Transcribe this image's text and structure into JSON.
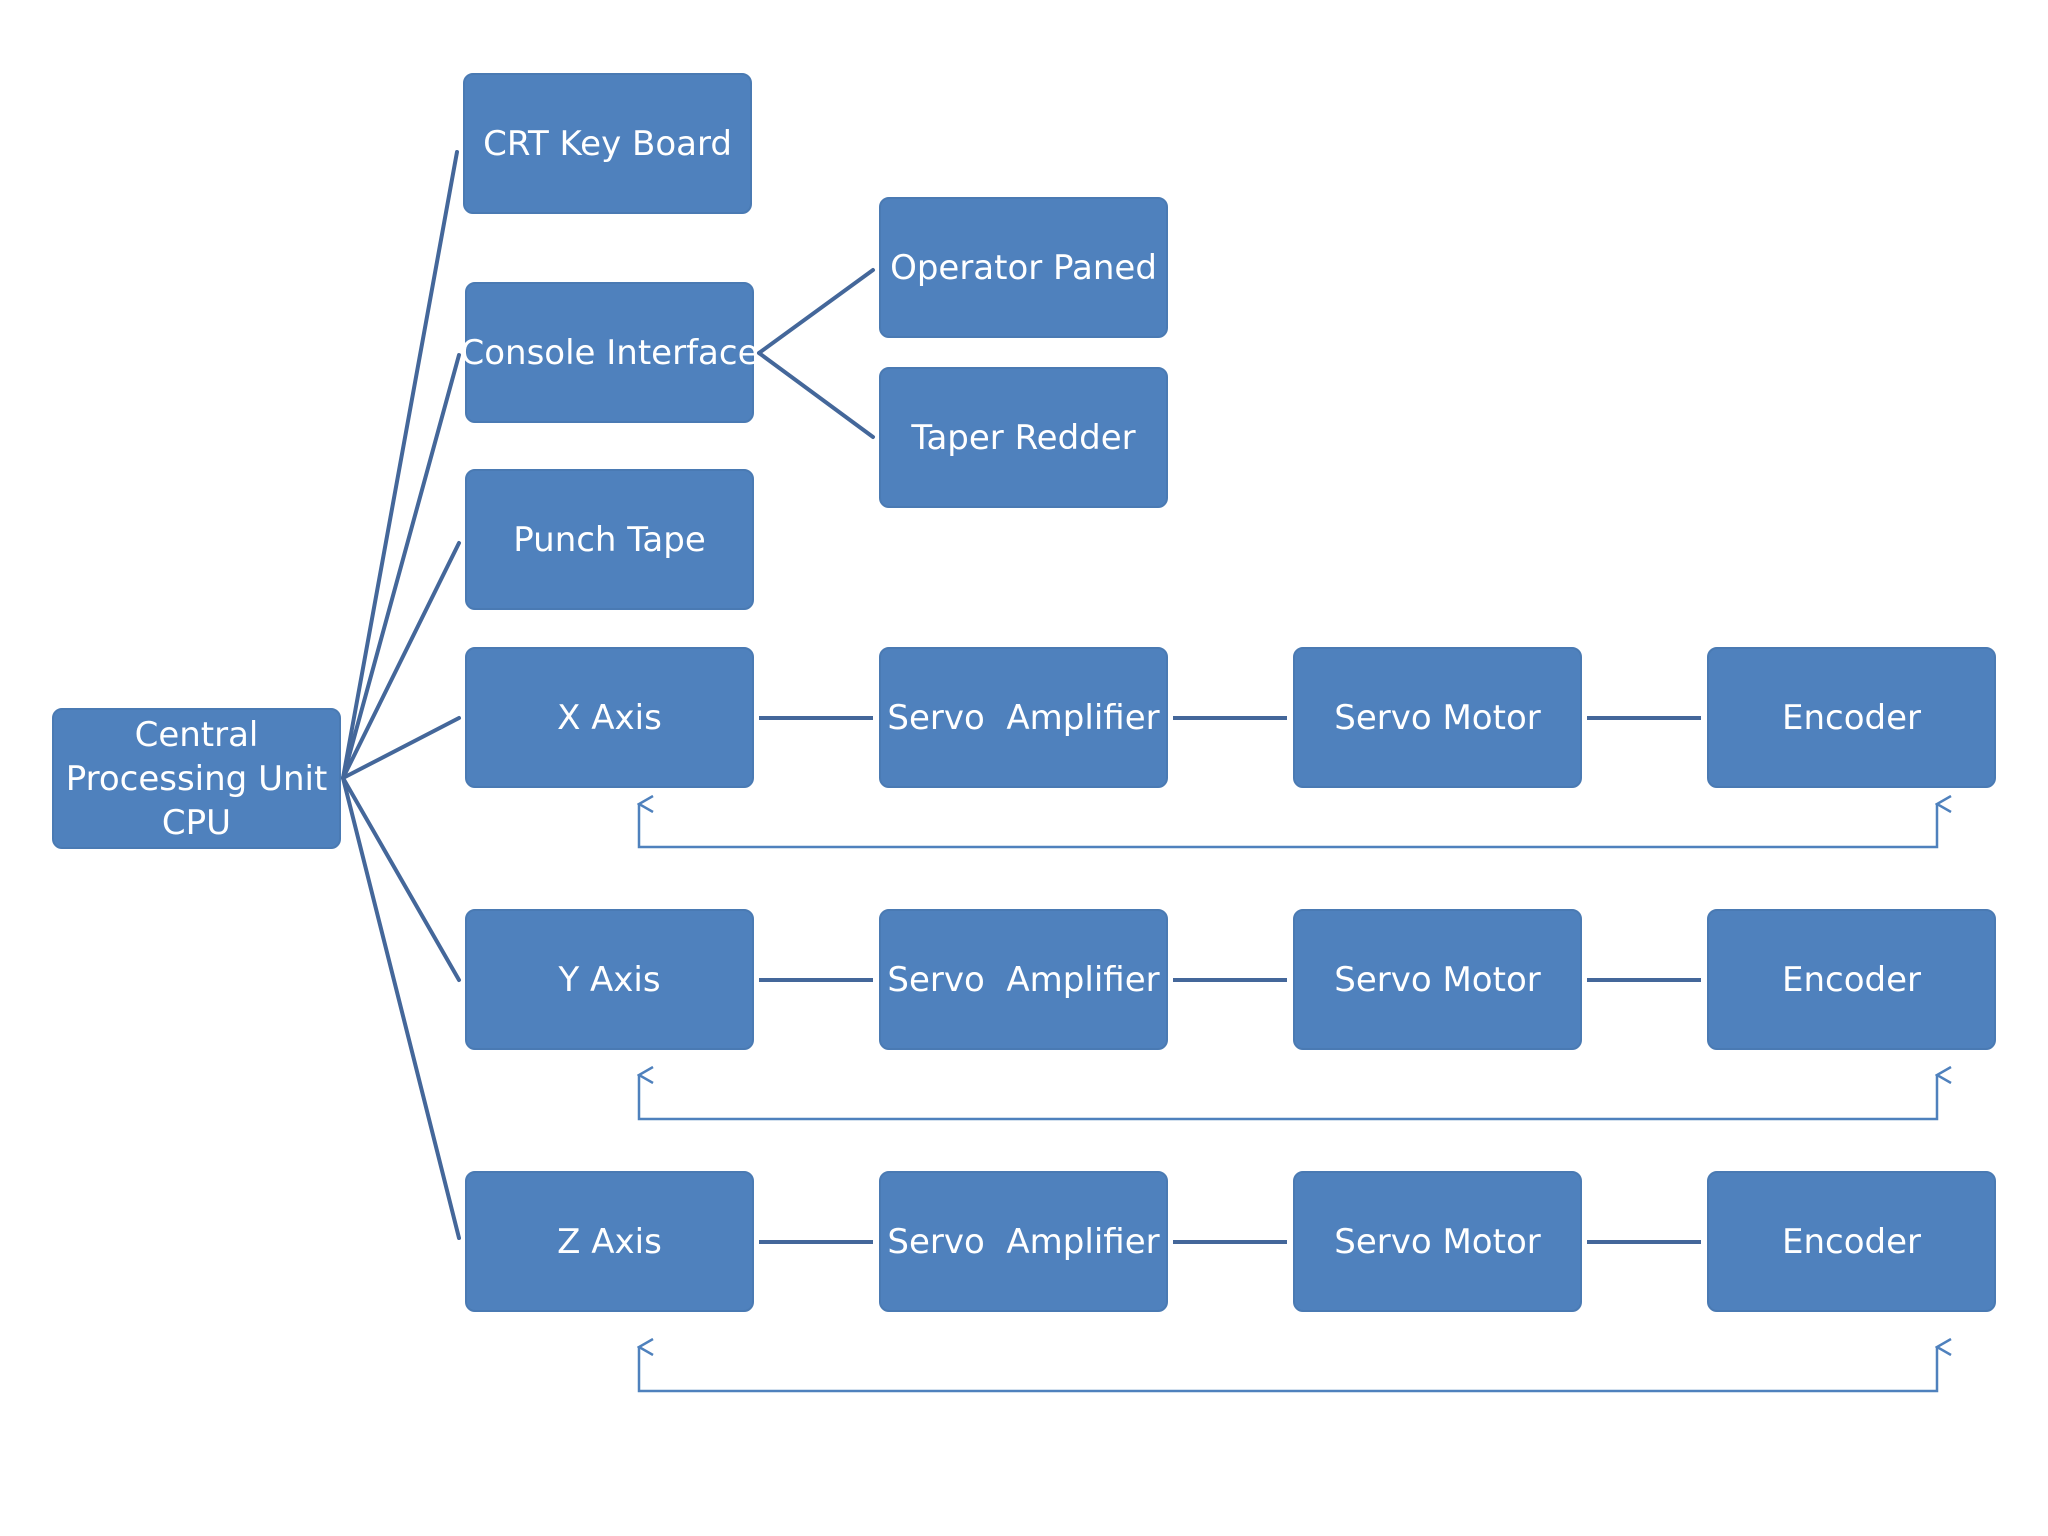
{
  "colors": {
    "node_fill": "#4f81bd",
    "node_border": "#4a7ab3",
    "node_text": "#ffffff",
    "connector": "#44679a",
    "feedback_connector": "#4f81bd"
  },
  "nodes": {
    "cpu": {
      "line1": "Central",
      "line2": "Processing Unit",
      "line3": "CPU"
    },
    "crt_keyboard": "CRT Key Board",
    "console_interface": "Console Interface",
    "punch_tape": "Punch Tape",
    "operator_panel": "Operator Paned",
    "tape_reader": "Taper Redder",
    "axes": [
      {
        "axis": "X Axis",
        "amplifier": "Servo  Amplifier",
        "motor": "Servo Motor",
        "encoder": "Encoder"
      },
      {
        "axis": "Y Axis",
        "amplifier": "Servo  Amplifier",
        "motor": "Servo Motor",
        "encoder": "Encoder"
      },
      {
        "axis": "Z Axis",
        "amplifier": "Servo  Amplifier",
        "motor": "Servo Motor",
        "encoder": "Encoder"
      }
    ]
  },
  "edges": [
    {
      "from": "cpu",
      "to": "crt_keyboard"
    },
    {
      "from": "cpu",
      "to": "console_interface"
    },
    {
      "from": "cpu",
      "to": "punch_tape"
    },
    {
      "from": "cpu",
      "to": "x_axis"
    },
    {
      "from": "cpu",
      "to": "y_axis"
    },
    {
      "from": "cpu",
      "to": "z_axis"
    },
    {
      "from": "console_interface",
      "to": "operator_panel"
    },
    {
      "from": "console_interface",
      "to": "tape_reader"
    },
    {
      "from": "x_axis",
      "to": "x_amplifier"
    },
    {
      "from": "x_amplifier",
      "to": "x_motor"
    },
    {
      "from": "x_motor",
      "to": "x_encoder"
    },
    {
      "from": "y_axis",
      "to": "y_amplifier"
    },
    {
      "from": "y_amplifier",
      "to": "y_motor"
    },
    {
      "from": "y_motor",
      "to": "y_encoder"
    },
    {
      "from": "z_axis",
      "to": "z_amplifier"
    },
    {
      "from": "z_amplifier",
      "to": "z_motor"
    },
    {
      "from": "z_motor",
      "to": "z_encoder"
    }
  ],
  "feedback_loops": [
    {
      "between": [
        "x_axis",
        "x_encoder"
      ],
      "arrows": "both-ends-up"
    },
    {
      "between": [
        "y_axis",
        "y_encoder"
      ],
      "arrows": "both-ends-up"
    },
    {
      "between": [
        "z_axis",
        "z_encoder"
      ],
      "arrows": "both-ends-up"
    }
  ]
}
